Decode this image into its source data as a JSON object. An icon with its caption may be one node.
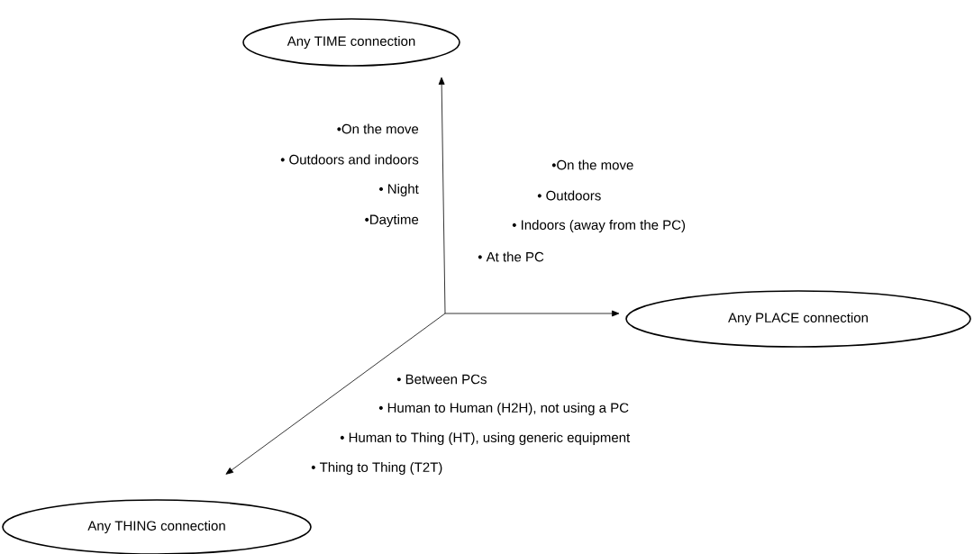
{
  "diagram": {
    "nodes": [
      {
        "text": [
          "Any TIME connection"
        ]
      },
      {
        "text": [
          "Any PLACE connection"
        ]
      },
      {
        "text": [
          "Any THING connection"
        ]
      }
    ],
    "edges": [
      {
        "from": null,
        "to": 0,
        "arrow": "to"
      },
      {
        "from": null,
        "to": 1,
        "arrow": "to"
      },
      {
        "from": null,
        "to": 2,
        "arrow": "to"
      }
    ],
    "labels": [
      "•On the move",
      "• Outdoors and indoors",
      "• Night",
      "•Daytime",
      "•On the move",
      "• Outdoors",
      "• Indoors (away from the PC)",
      "• At the PC",
      "• Between PCs",
      "• Human to Human (H2H), not using a PC",
      "• Human to Thing (HT), using generic equipment",
      "• Thing to Thing (T2T)"
    ]
  }
}
